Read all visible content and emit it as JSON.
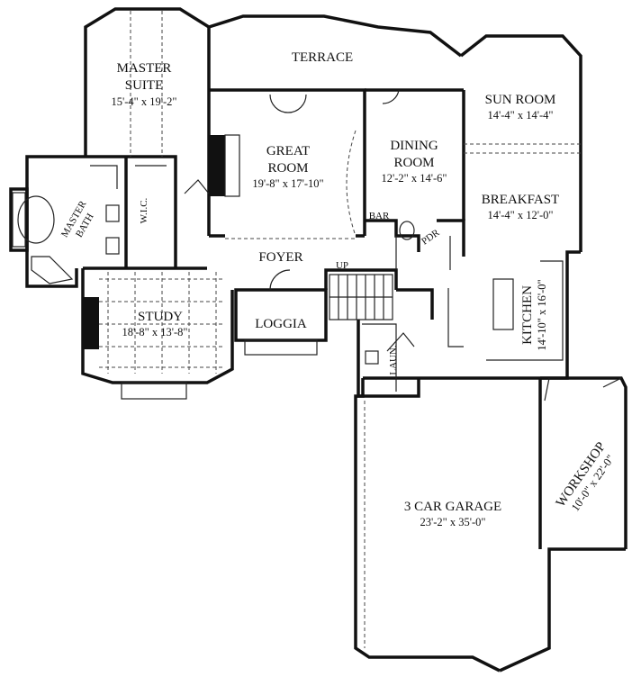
{
  "rooms": {
    "terrace": {
      "name": "TERRACE"
    },
    "master_suite": {
      "name_line1": "MASTER",
      "name_line2": "SUITE",
      "dim": "15'-4\" x 19'-2\""
    },
    "great_room": {
      "name_line1": "GREAT",
      "name_line2": "ROOM",
      "dim": "19'-8\" x 17'-10\""
    },
    "dining_room": {
      "name_line1": "DINING",
      "name_line2": "ROOM",
      "dim": "12'-2\" x 14'-6\""
    },
    "sun_room": {
      "name": "SUN ROOM",
      "dim": "14'-4\" x 14'-4\""
    },
    "breakfast": {
      "name": "BREAKFAST",
      "dim": "14'-4\" x 12'-0\""
    },
    "master_bath": {
      "name_line1": "MASTER",
      "name_line2": "BATH"
    },
    "wic": {
      "name": "W.I.C."
    },
    "bar": {
      "name": "BAR"
    },
    "pdr": {
      "name": "PDR"
    },
    "foyer": {
      "name": "FOYER"
    },
    "up": {
      "name": "UP"
    },
    "study": {
      "name": "STUDY",
      "dim": "18'-8\" x 13'-8\""
    },
    "loggia": {
      "name": "LOGGIA"
    },
    "laundry": {
      "name": "LAUN."
    },
    "kitchen": {
      "name": "KITCHEN",
      "dim": "14'-10\" x 16'-0\""
    },
    "garage": {
      "name": "3 CAR GARAGE",
      "dim": "23'-2\" x 35'-0\""
    },
    "workshop": {
      "name": "WORKSHOP",
      "dim": "10'-0\" x 22'-0\""
    }
  }
}
